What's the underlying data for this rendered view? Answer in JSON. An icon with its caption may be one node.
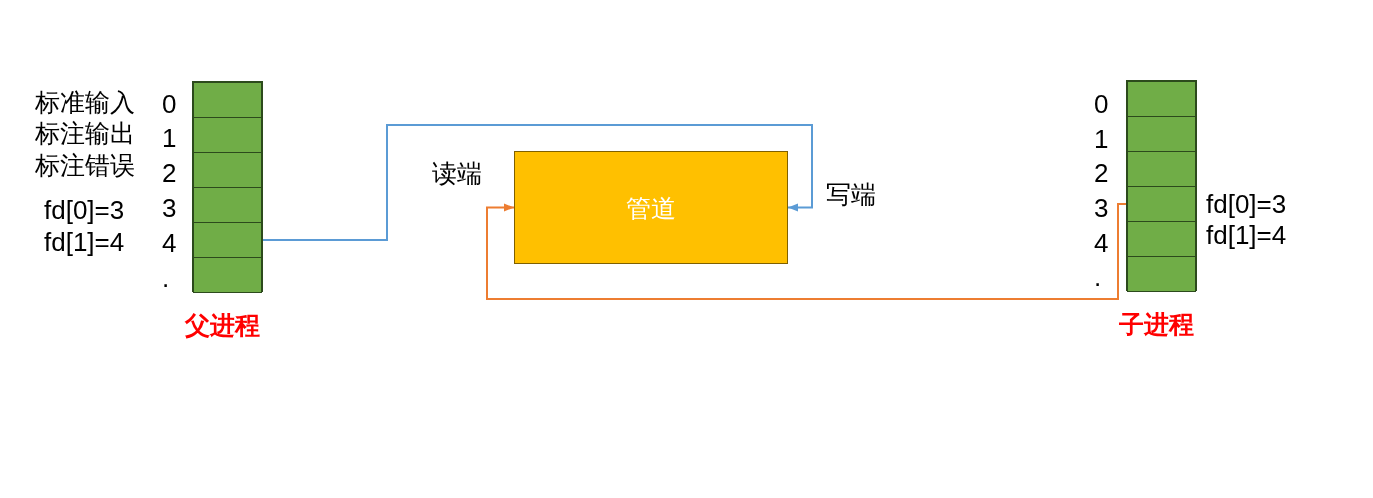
{
  "diagram": {
    "nodes": [
      {
        "text": [
          "父进程"
        ]
      },
      {
        "text": [],
        "shape": "box",
        "in": 0
      },
      {
        "text": [],
        "shape": "box",
        "in": 0
      },
      {
        "text": [],
        "shape": "box",
        "in": 0
      },
      {
        "text": [],
        "shape": "box",
        "in": 0
      },
      {
        "text": [],
        "shape": "box",
        "in": 0
      },
      {
        "text": [],
        "shape": "box",
        "in": 0
      },
      {
        "text": [
          "管道"
        ],
        "beside": [
          "读端",
          "写端"
        ]
      },
      {
        "text": [
          "子进程"
        ]
      },
      {
        "text": [],
        "shape": "box",
        "in": 8
      },
      {
        "text": [],
        "shape": "box",
        "in": 8
      },
      {
        "text": [],
        "shape": "box",
        "in": 8
      },
      {
        "text": [],
        "shape": "box",
        "in": 8
      },
      {
        "text": [],
        "shape": "box",
        "in": 8
      },
      {
        "text": [],
        "shape": "box",
        "in": 8
      }
    ],
    "edges": [
      {
        "from": 5,
        "to": 7,
        "arrow": "to",
        "color": "#5b9bd5"
      },
      {
        "from": 12,
        "to": 7,
        "arrow": "to",
        "color": "#ed7d31"
      }
    ],
    "labels": [
      "标准输入",
      "标注输出",
      "标注错误",
      "fd[0]=3",
      "fd[1]=4",
      "0",
      "1",
      "2",
      "3",
      "4",
      ".",
      "0",
      "1",
      "2",
      "3",
      "4",
      ".",
      "fd[0]=3",
      "fd[1]=4"
    ]
  }
}
